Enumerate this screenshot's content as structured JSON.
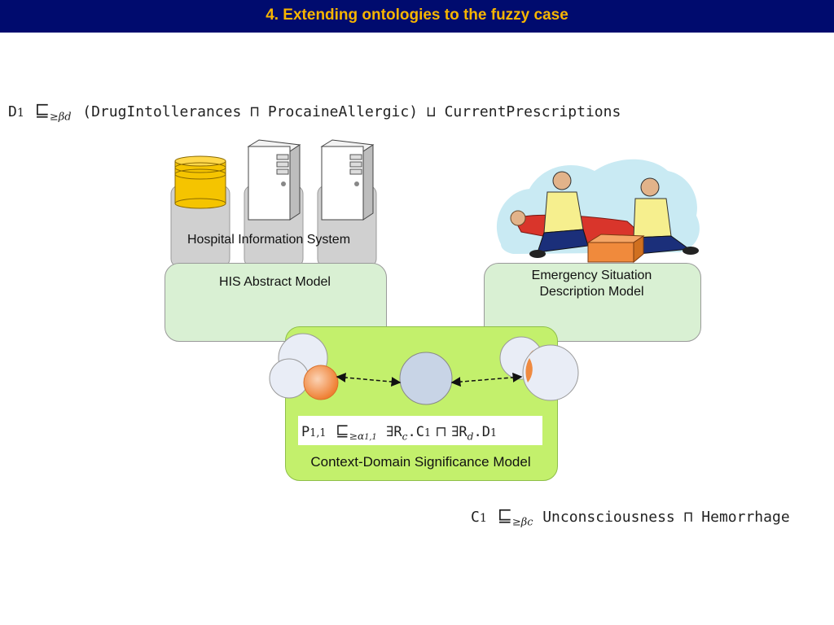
{
  "header": {
    "title": "4. Extending ontologies to the fuzzy case"
  },
  "formulas": {
    "d1": {
      "lhs": "D",
      "lhs_sub": "1",
      "rel_sub": "d",
      "body": "(DrugIntollerances ⊓ ProcaineAllergic) ⊔ CurrentPrescriptions"
    },
    "c1": {
      "lhs": "C",
      "lhs_sub": "1",
      "rel_sub": "c",
      "body": "Unconsciousness ⊓ Hemorrhage"
    },
    "p11": {
      "lhs": "P",
      "lhs_sub": "1,1",
      "rel_sub": "1,1",
      "r1": "R",
      "r1_sub": "c",
      "mid": ".C",
      "mid_sub": "1",
      "r2": "R",
      "r2_sub": "d",
      "end": ".D",
      "end_sub": "1"
    }
  },
  "diagram": {
    "hospital_label": "Hospital Information System",
    "his_model_label": "HIS Abstract Model",
    "emergency_model_label_line1": "Emergency Situation",
    "emergency_model_label_line2": "Description Model",
    "context_model_label": "Context-Domain Significance Model"
  },
  "colors": {
    "title_bar": "#000b6e",
    "title_text": "#f7b500",
    "model_box": "#d9f0d3",
    "context_box": "#c3f06c",
    "database": "#f5c400",
    "orange": "#f08a3c"
  }
}
